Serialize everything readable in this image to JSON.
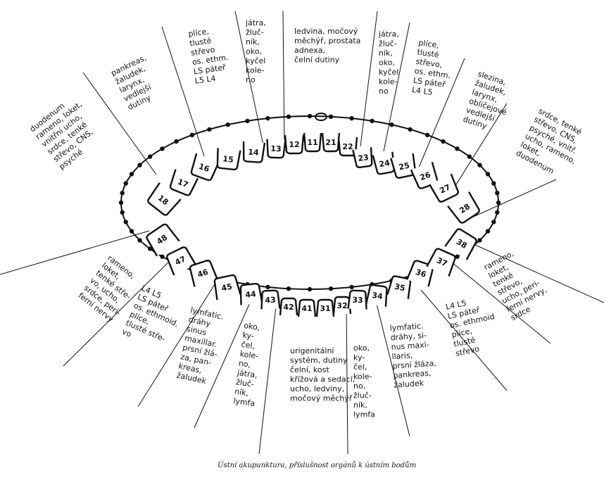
{
  "caption": "Ústní akupunktura, příslušnost orgánů k ústním bodům",
  "upper_teeth": [
    "18",
    "17",
    "16",
    "15",
    "14",
    "13",
    "12",
    "11",
    "21",
    "22",
    "23",
    "24",
    "25",
    "26",
    "27",
    "28"
  ],
  "lower_teeth": [
    "48",
    "47",
    "46",
    "45",
    "44",
    "43",
    "42",
    "41",
    "31",
    "32",
    "33",
    "34",
    "35",
    "36",
    "37",
    "38"
  ],
  "upper_labels": [
    [
      "duodenum",
      "rameno, loket,",
      "vnitřní ucho,",
      "srdce, tenké",
      "střevo, CNS,",
      "psyché"
    ],
    [
      "pankreas,",
      "žaludek,",
      "larynx,",
      "vedlejší",
      "dutiny"
    ],
    [
      "plíce,",
      "tlusté",
      "střevo",
      "os. ethm.",
      "LS páteř",
      "L5  L4"
    ],
    [
      "játra,",
      "žluč-",
      "ník,",
      "oko,",
      "kyčel",
      "kole-",
      "no"
    ],
    [
      "ledvina, močový",
      "měchýř, prostata",
      "adnexa,",
      "čelní dutiny"
    ],
    [
      "játra,",
      "žluč-",
      "ník,",
      "oko,",
      "kyčel",
      "kole-",
      "no"
    ],
    [
      "plíce,",
      "tlusté",
      "střevo,",
      "os. ethm.",
      "LS páteř",
      "L4  L5"
    ],
    [
      "slezina,",
      "žaludek,",
      "larynx,",
      "obličejové",
      "vedlejší",
      "dutiny"
    ],
    [
      "srdce, tenké",
      "střevo, CNS,",
      "psyché, vnitř.",
      "ucho, rameno,",
      "loket,",
      "duodenum"
    ]
  ],
  "lower_labels": [
    [
      "rameno,",
      "loket,",
      "tenké stře-",
      "vo, ucho,",
      "srdce, peri-",
      "ferní nervy"
    ],
    [
      "L4  L5",
      "LS páteř",
      "os. ethmoid.",
      "plíce,",
      "tlusté stře-",
      "vo"
    ],
    [
      "lymfatic.",
      "dráhy",
      "sinus",
      "maxillar.",
      "prsní žlá-",
      "za, pan-",
      "kreas,",
      "žaludek"
    ],
    [
      "oko,",
      "ky-",
      "čel,",
      "kole-",
      "no,",
      "játra,",
      "žluč-",
      "ník,",
      "lymfa"
    ],
    [
      "urigenitální",
      "systém, dutiny",
      "čelní, kost",
      "křížová a sedací,",
      "ucho, ledviny,",
      "močový měchýř"
    ],
    [
      "oko,",
      "ky-",
      "čel,",
      "kole-",
      "no,",
      "žluč-",
      "ník,",
      "lymfa"
    ],
    [
      "lymfatic.",
      "dráhy, si-",
      "nus maxi-",
      "llaris,",
      "prsní žláza,",
      "pankreas,",
      "žaludek"
    ],
    [
      "L4  L5",
      "LS páteř",
      "os. ethmoid",
      "plíce,",
      "tlusté",
      "střevo"
    ],
    [
      "rameno,",
      "loket,",
      "tenké",
      "střevo,",
      "ucho, peri-",
      "ferní nervy,",
      "srdce"
    ]
  ]
}
